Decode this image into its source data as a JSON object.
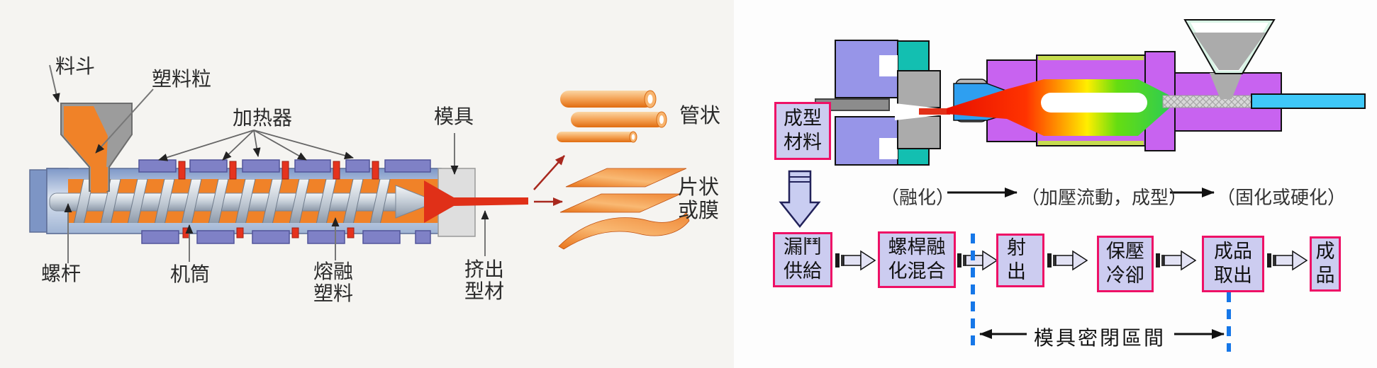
{
  "left_panel": {
    "background": "#f5f4f1",
    "labels": {
      "hopper": "料斗",
      "pellets": "塑料粒",
      "heater": "加热器",
      "die": "模具",
      "screw": "螺杆",
      "barrel": "机筒",
      "melt_line1": "熔融",
      "melt_line2": "塑料",
      "extrudate_line1": "挤出",
      "extrudate_line2": "型材",
      "tube": "管状",
      "sheet_line1": "片状",
      "sheet_line2": "或膜"
    },
    "colors": {
      "molten_plastic": "#f08228",
      "heater_purple": "#7f81c6",
      "heater_red": "#e5331e",
      "barrel_blue": "#7e98c8",
      "die_gray": "#dedede",
      "output_orange": "#ee7d1f",
      "arrow_red": "#a8281e"
    }
  },
  "right_panel": {
    "material_box": {
      "line1": "成型",
      "line2": "材料"
    },
    "phases": [
      "（融化）",
      "（加壓流動，成型）",
      "（固化或硬化）"
    ],
    "flow_steps": [
      {
        "line1": "漏鬥",
        "line2": "供給"
      },
      {
        "line1": "螺桿融",
        "line2": "化混合"
      },
      {
        "line1": "射",
        "line2": "出"
      },
      {
        "line1": "保壓",
        "line2": "冷卻"
      },
      {
        "line1": "成品",
        "line2": "取出"
      },
      {
        "line1": "成",
        "line2": "品"
      }
    ],
    "mold_interval_label": "模具密閉區間",
    "colors": {
      "box_fill": "#ccccf0",
      "box_border": "#ee1166",
      "dashed_line": "#1677e8",
      "barrel_magenta": "#c863f0",
      "nozzle_blue": "#2e9ff0",
      "rod_cyan": "#3fc8f8",
      "mold_purple": "#9795e8",
      "mold_teal": "#13bfb1",
      "liner_green": "#c6dc4e"
    }
  }
}
